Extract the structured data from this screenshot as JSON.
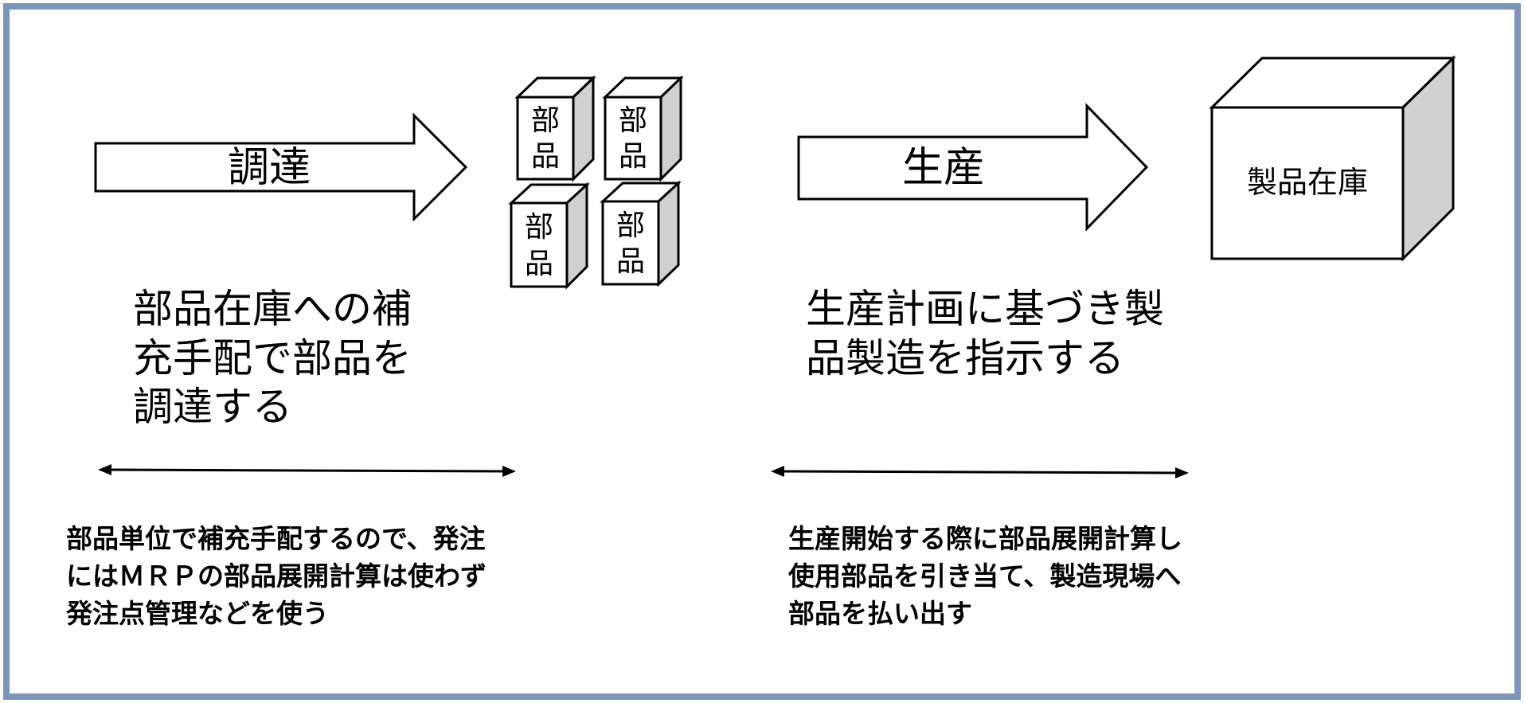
{
  "colors": {
    "frame": "#7b95bd",
    "stroke": "#000000",
    "cube_side": "#d0d0d0",
    "background": "#ffffff"
  },
  "left_arrow": {
    "label": "調達"
  },
  "right_arrow": {
    "label": "生産"
  },
  "part_boxes": [
    {
      "line1": "部",
      "line2": "品"
    },
    {
      "line1": "部",
      "line2": "品"
    },
    {
      "line1": "部",
      "line2": "品"
    },
    {
      "line1": "部",
      "line2": "品"
    }
  ],
  "product_box": {
    "label": "製品在庫"
  },
  "left_description": {
    "lines": [
      "部品在庫への補",
      "充手配で部品を",
      "調達する"
    ]
  },
  "right_description": {
    "lines": [
      "生産計画に基づき製",
      "品製造を指示する"
    ]
  },
  "left_note": {
    "lines": [
      "部品単位で補充手配するので、発注",
      "にはＭＲＰの部品展開計算は使わず",
      "発注点管理などを使う"
    ]
  },
  "right_note": {
    "lines": [
      "生産開始する際に部品展開計算し",
      "使用部品を引き当て、製造現場へ",
      "部品を払い出す"
    ]
  }
}
